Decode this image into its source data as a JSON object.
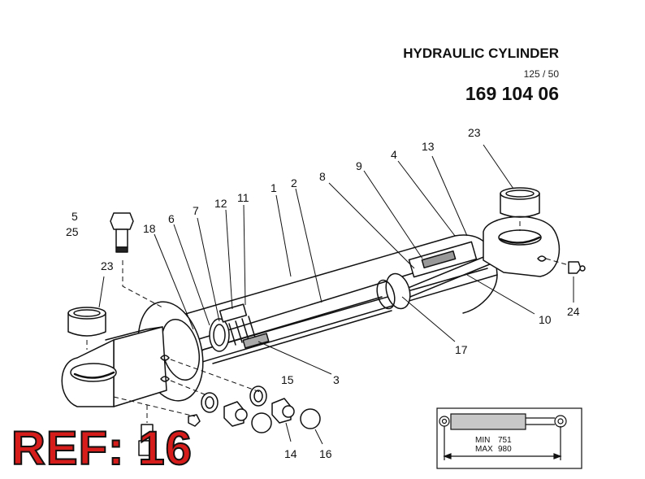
{
  "header": {
    "title": "HYDRAULIC CYLINDER",
    "subtitle": "125 / 50",
    "part_number": "169 104 06"
  },
  "callouts": [
    "23",
    "4",
    "13",
    "9",
    "8",
    "1",
    "2",
    "12",
    "11",
    "7",
    "6",
    "5",
    "25",
    "18",
    "23",
    "24",
    "10",
    "17",
    "3",
    "15",
    "14",
    "16",
    "2"
  ],
  "stroke_info": {
    "min_label": "MIN",
    "min_value": "751",
    "max_label": "MAX",
    "max_value": "980"
  },
  "reference": {
    "text": "REF: 16"
  },
  "colors": {
    "line": "#111111",
    "ref_red": "#d71c1c",
    "fill_gray": "#c8c8c8"
  }
}
